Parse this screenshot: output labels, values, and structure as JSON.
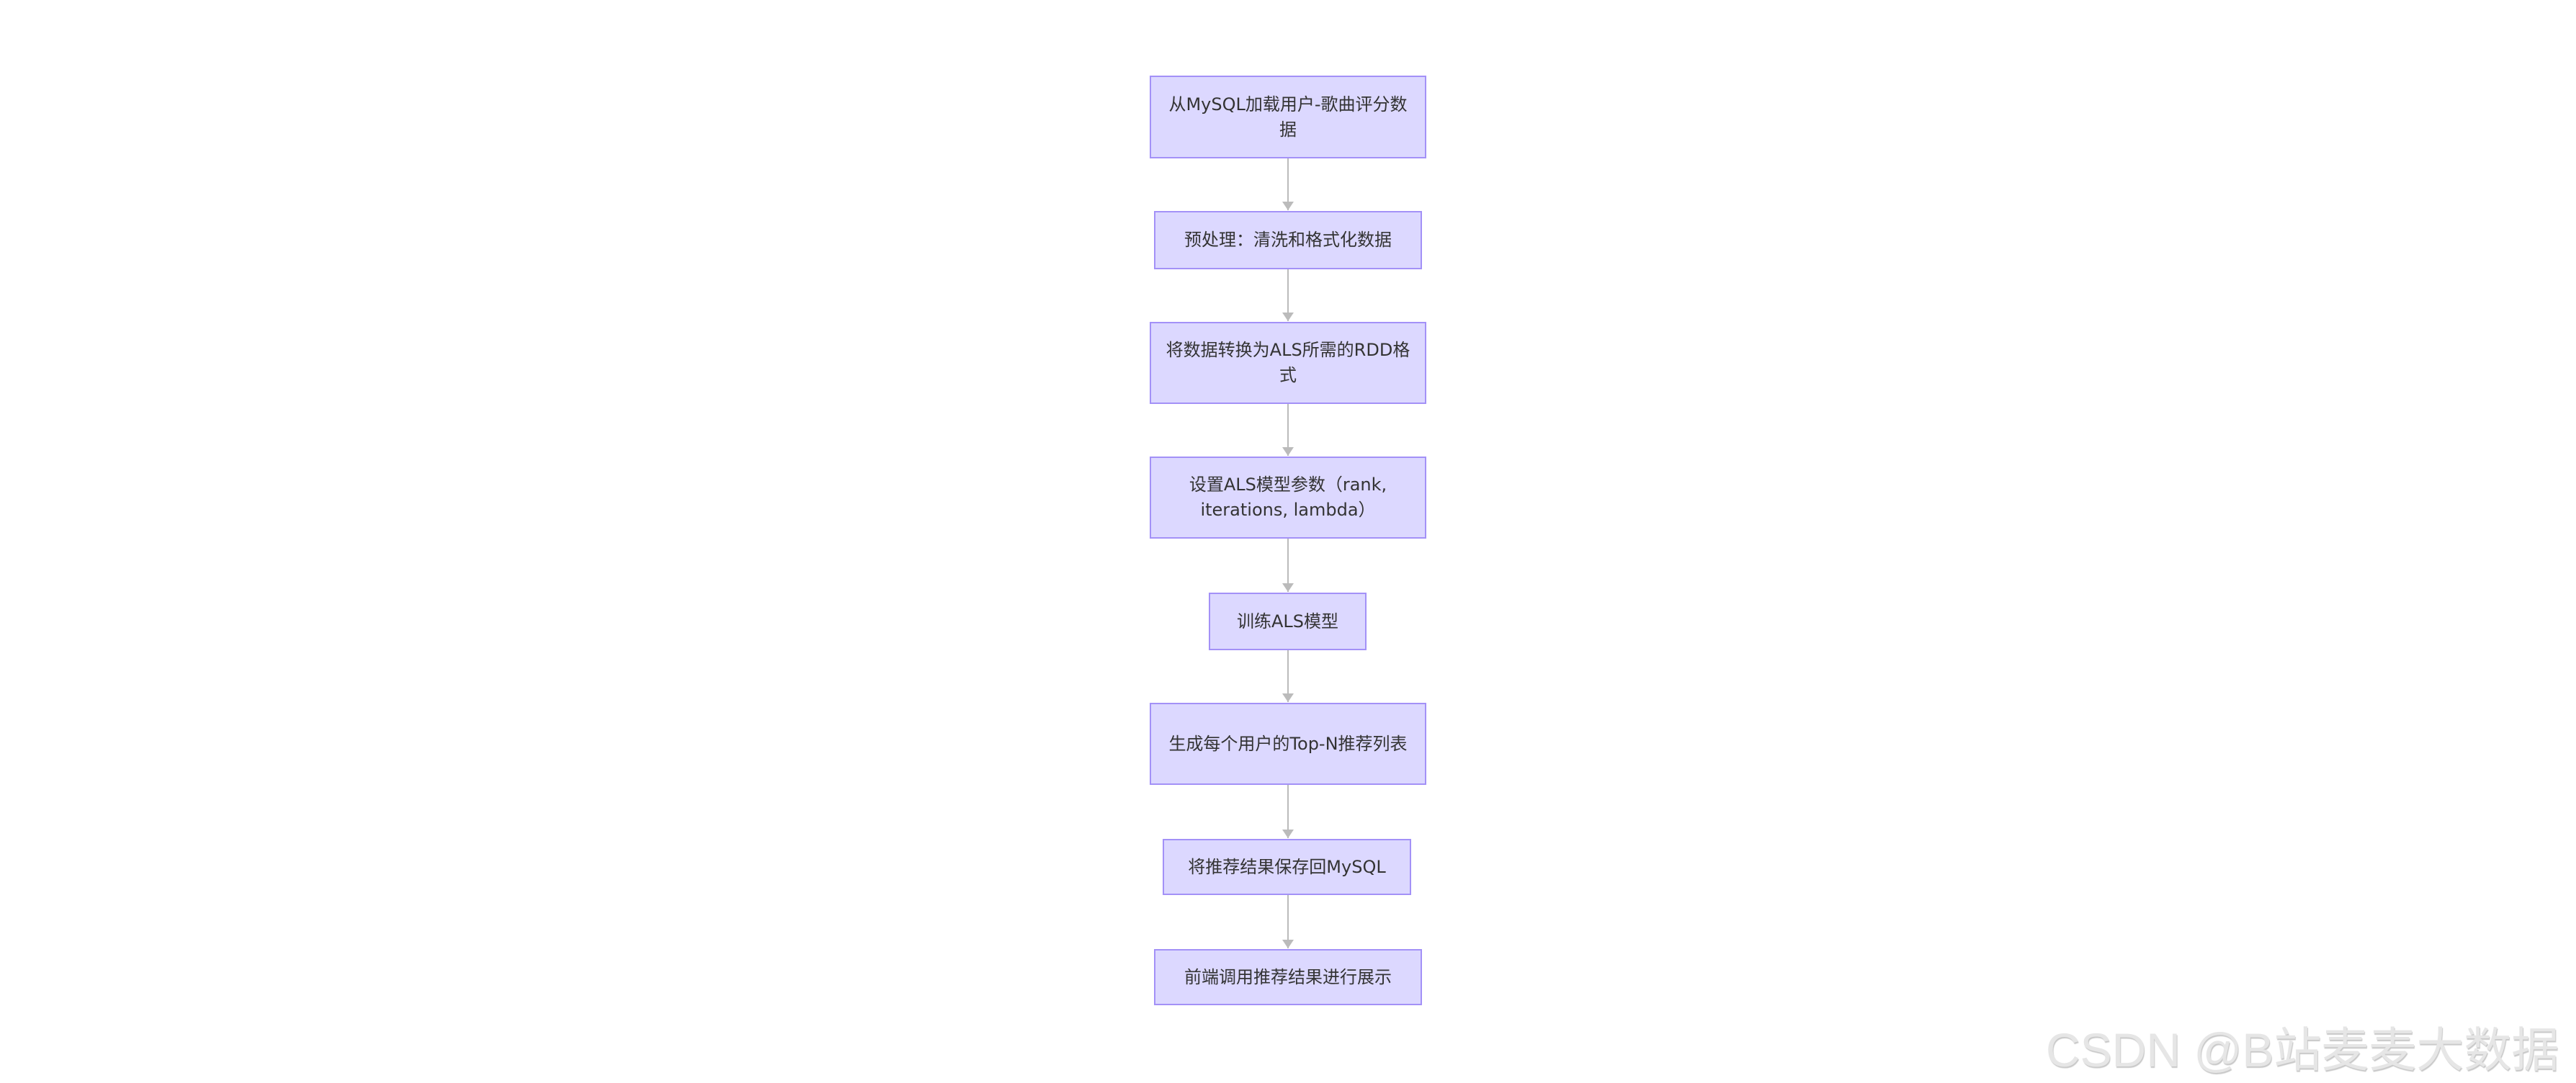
{
  "diagram": {
    "type": "flowchart",
    "direction": "top-down",
    "colors": {
      "node_fill": "#dcd8ff",
      "node_border": "#a391f7",
      "edge": "#bbbbbb",
      "text": "#333333"
    },
    "nodes": [
      {
        "label": "从MySQL加载用户-歌曲评分数据"
      },
      {
        "label": "预处理：清洗和格式化数据"
      },
      {
        "label": "将数据转换为ALS所需的RDD格式"
      },
      {
        "label": "设置ALS模型参数（rank, iterations, lambda）"
      },
      {
        "label": "训练ALS模型"
      },
      {
        "label": "生成每个用户的Top-N推荐列表"
      },
      {
        "label": "将推荐结果保存回MySQL"
      },
      {
        "label": "前端调用推荐结果进行展示"
      }
    ]
  },
  "watermark": "CSDN @B站麦麦大数据"
}
